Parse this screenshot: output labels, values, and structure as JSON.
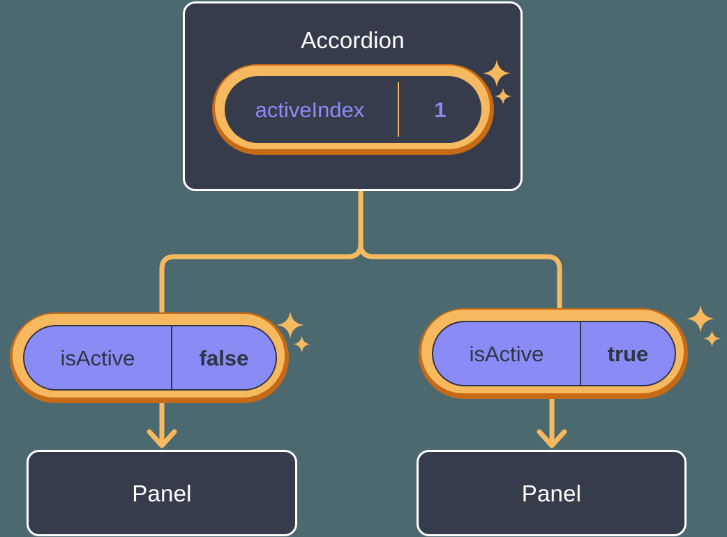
{
  "theme": {
    "background": "#4d6970",
    "card_fill": "#363c4c",
    "card_border": "#ffffff",
    "ring_outer": "#c66a15",
    "ring_inner": "#f6b95f",
    "pill_purple_fill": "#8b8bf5",
    "pill_text_dark": "#2f3545",
    "accent_periwinkle": "#8b8bf5",
    "connector": "#f6b95f"
  },
  "diagram": {
    "type": "component-state-tree",
    "root": {
      "card_title": "Accordion",
      "state": {
        "key": "activeIndex",
        "value": "1"
      }
    },
    "children": [
      {
        "state": {
          "key": "isActive",
          "value": "false"
        },
        "card_title": "Panel"
      },
      {
        "state": {
          "key": "isActive",
          "value": "true"
        },
        "card_title": "Panel"
      }
    ],
    "sparkles": [
      {
        "name": "sparkle-accordion-large"
      },
      {
        "name": "sparkle-accordion-small"
      },
      {
        "name": "sparkle-left-large"
      },
      {
        "name": "sparkle-left-small"
      },
      {
        "name": "sparkle-right-large"
      },
      {
        "name": "sparkle-right-small"
      }
    ]
  }
}
